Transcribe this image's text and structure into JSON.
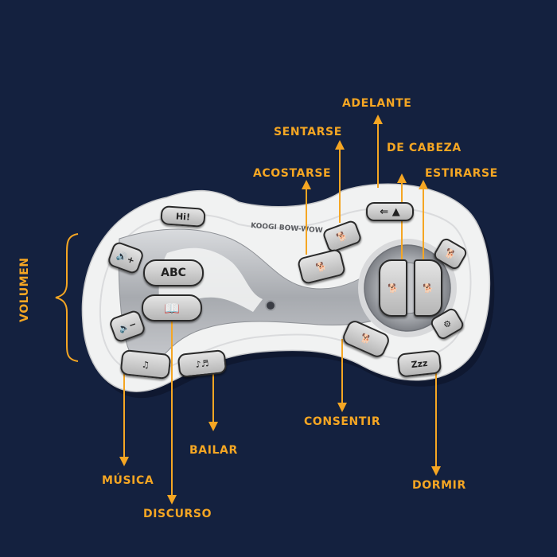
{
  "brand_logo": "KOOGI BOW-WOW",
  "labels": {
    "adelante": "ADELANTE",
    "sentarse": "SENTARSE",
    "de_cabeza": "DE CABEZA",
    "acostarse": "ACOSTARSE",
    "estirarse": "ESTIRARSE",
    "volumen": "VOLUMEN",
    "consentir": "CONSENTIR",
    "bailar": "BAILAR",
    "musica": "MÚSICA",
    "dormir": "DORMIR",
    "discurso": "DISCURSO"
  },
  "buttons": {
    "hi": "Hi!",
    "abc": "ABC",
    "book": "book-icon",
    "vol_up": "volume-up-icon",
    "vol_down": "volume-down-icon",
    "music": "music-icon",
    "dance": "dance-icon",
    "sit": "sit-icon",
    "lie_down": "lie-down-icon",
    "forward": "forward-icon",
    "headstand": "headstand-icon",
    "stretch": "stretch-icon",
    "pet": "pet-icon",
    "sleep": "Zzz",
    "settings": "gear-icon"
  },
  "colors": {
    "background": "#14213f",
    "label": "#f5a623",
    "controller": "#f1f2f2",
    "silver": "#b9bcc0"
  }
}
